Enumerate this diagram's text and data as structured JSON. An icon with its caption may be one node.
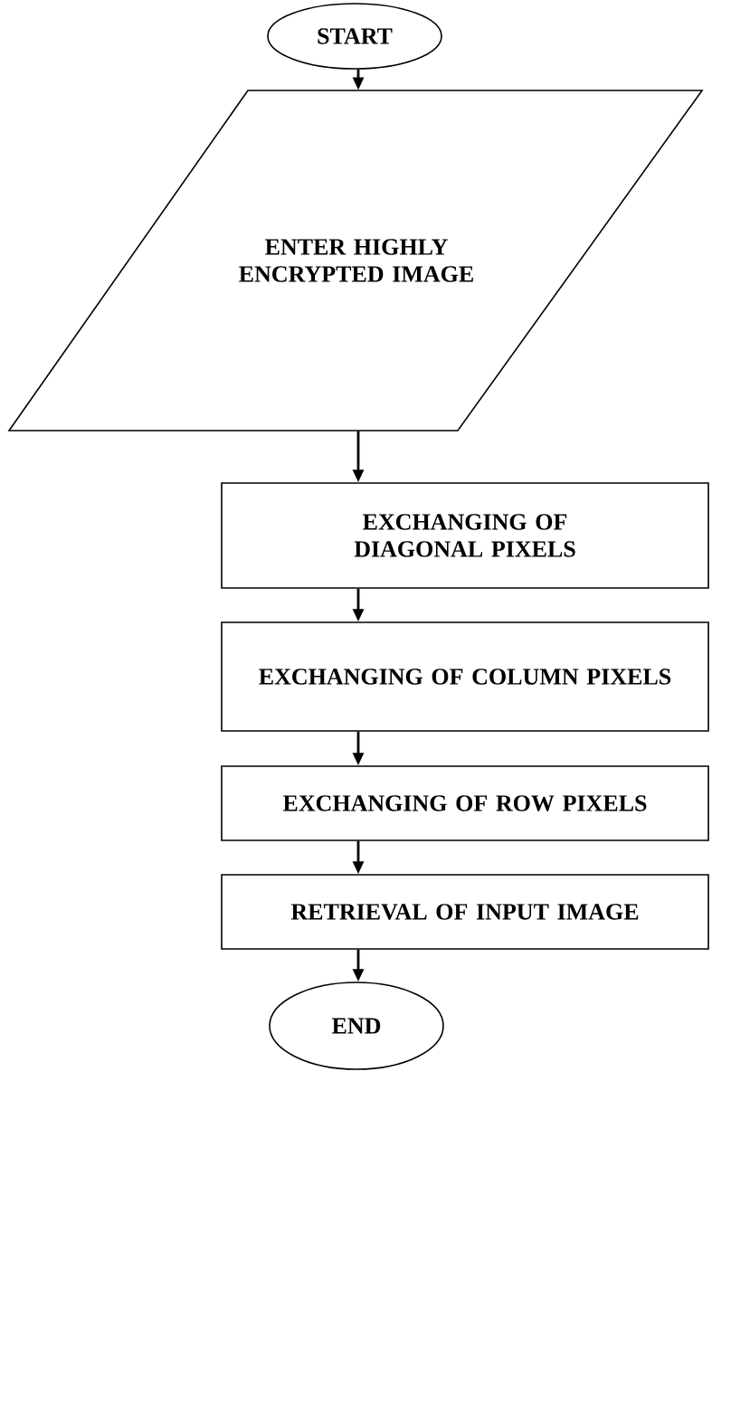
{
  "diagram": {
    "nodes": [
      {
        "text": [
          "START"
        ]
      },
      {
        "text": [
          "ENTER HIGHLY ENCRYPTED IMAGE"
        ]
      },
      {
        "text": [
          "EXCHANGING OF DIAGONAL PIXELS"
        ]
      },
      {
        "text": [
          "EXCHANGING OF COLUMN PIXELS"
        ]
      },
      {
        "text": [
          "EXCHANGING OF ROW PIXELS"
        ]
      },
      {
        "text": [
          "RETRIEVAL OF INPUT IMAGE"
        ]
      },
      {
        "text": [
          "END"
        ]
      }
    ],
    "edges": [
      {
        "from": 0,
        "to": 1,
        "arrow": "to"
      },
      {
        "from": 1,
        "to": 2,
        "arrow": "to"
      },
      {
        "from": 2,
        "to": 3,
        "arrow": "to"
      },
      {
        "from": 3,
        "to": 4,
        "arrow": "to"
      },
      {
        "from": 4,
        "to": 5,
        "arrow": "to"
      },
      {
        "from": 5,
        "to": 6,
        "arrow": "to"
      }
    ]
  }
}
